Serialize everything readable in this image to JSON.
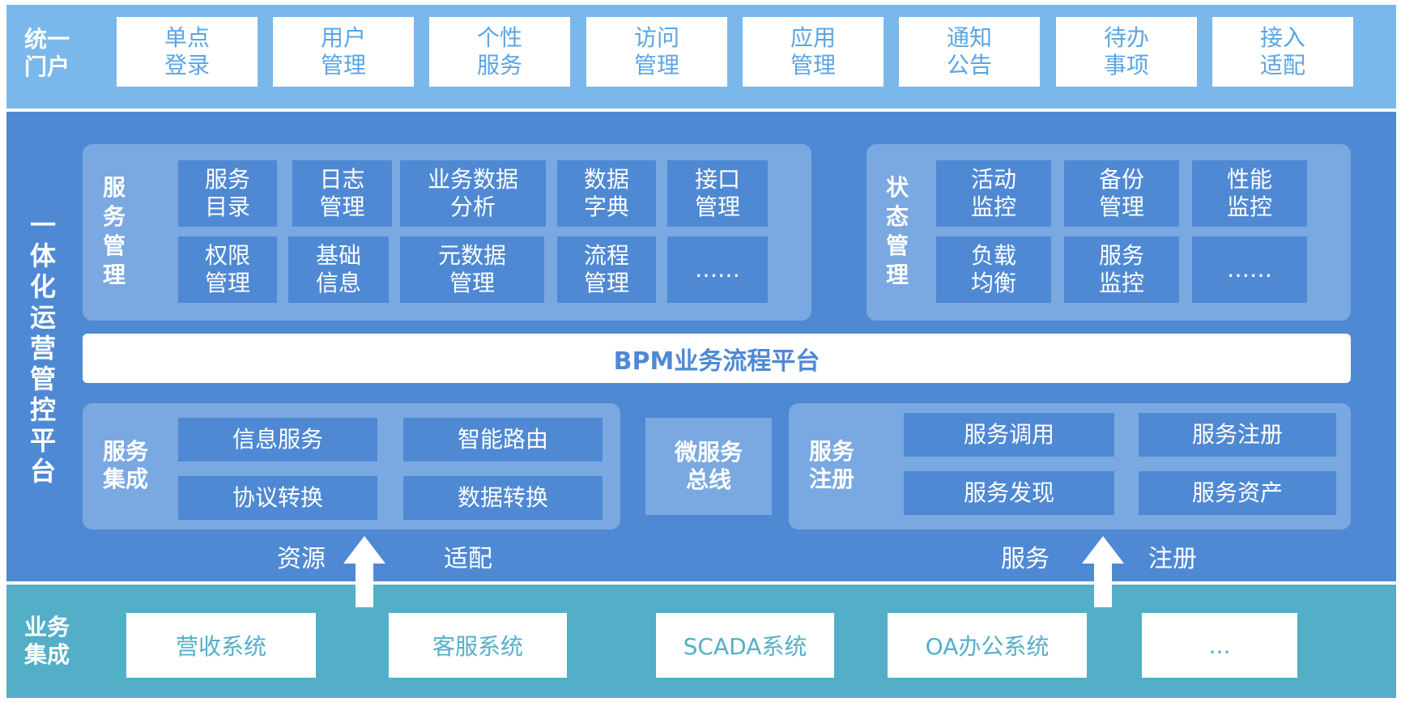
{
  "portal": {
    "label": "统一\n门户",
    "items": [
      "单点\n登录",
      "用户\n管理",
      "个性\n服务",
      "访问\n管理",
      "应用\n管理",
      "通知\n公告",
      "待办\n事项",
      "接入\n适配"
    ]
  },
  "platform": {
    "label": "一体化运营管控平台",
    "service_management": {
      "title": "服务管理",
      "items": [
        "服务\n目录",
        "日志\n管理",
        "业务数据\n分析",
        "数据\n字典",
        "接口\n管理",
        "权限\n管理",
        "基础\n信息",
        "元数据\n管理",
        "流程\n管理",
        "……"
      ]
    },
    "status_management": {
      "title": "状态管理",
      "items": [
        "活动\n监控",
        "备份\n管理",
        "性能\n监控",
        "负载\n均衡",
        "服务\n监控",
        "……"
      ]
    },
    "bpm": "BPM业务流程平台",
    "service_integration": {
      "title": "服务\n集成",
      "items": [
        "信息服务",
        "智能路由",
        "协议转换",
        "数据转换"
      ]
    },
    "microservice_bus": "微服务\n总线",
    "service_registry": {
      "title": "服务\n注册",
      "items": [
        "服务调用",
        "服务注册",
        "服务发现",
        "服务资产"
      ]
    },
    "arrows": {
      "left": [
        "资源",
        "适配"
      ],
      "right": [
        "服务",
        "注册"
      ]
    }
  },
  "business": {
    "label": "业务\n集成",
    "items": [
      "营收系统",
      "客服系统",
      "SCADA系统",
      "OA办公系统",
      "..."
    ]
  },
  "colors": {
    "portal_band": "#7ab8ec",
    "platform_band": "#4f89d4",
    "panel": "#7aa8e0",
    "business_band": "#53afc8",
    "white": "#ffffff"
  }
}
